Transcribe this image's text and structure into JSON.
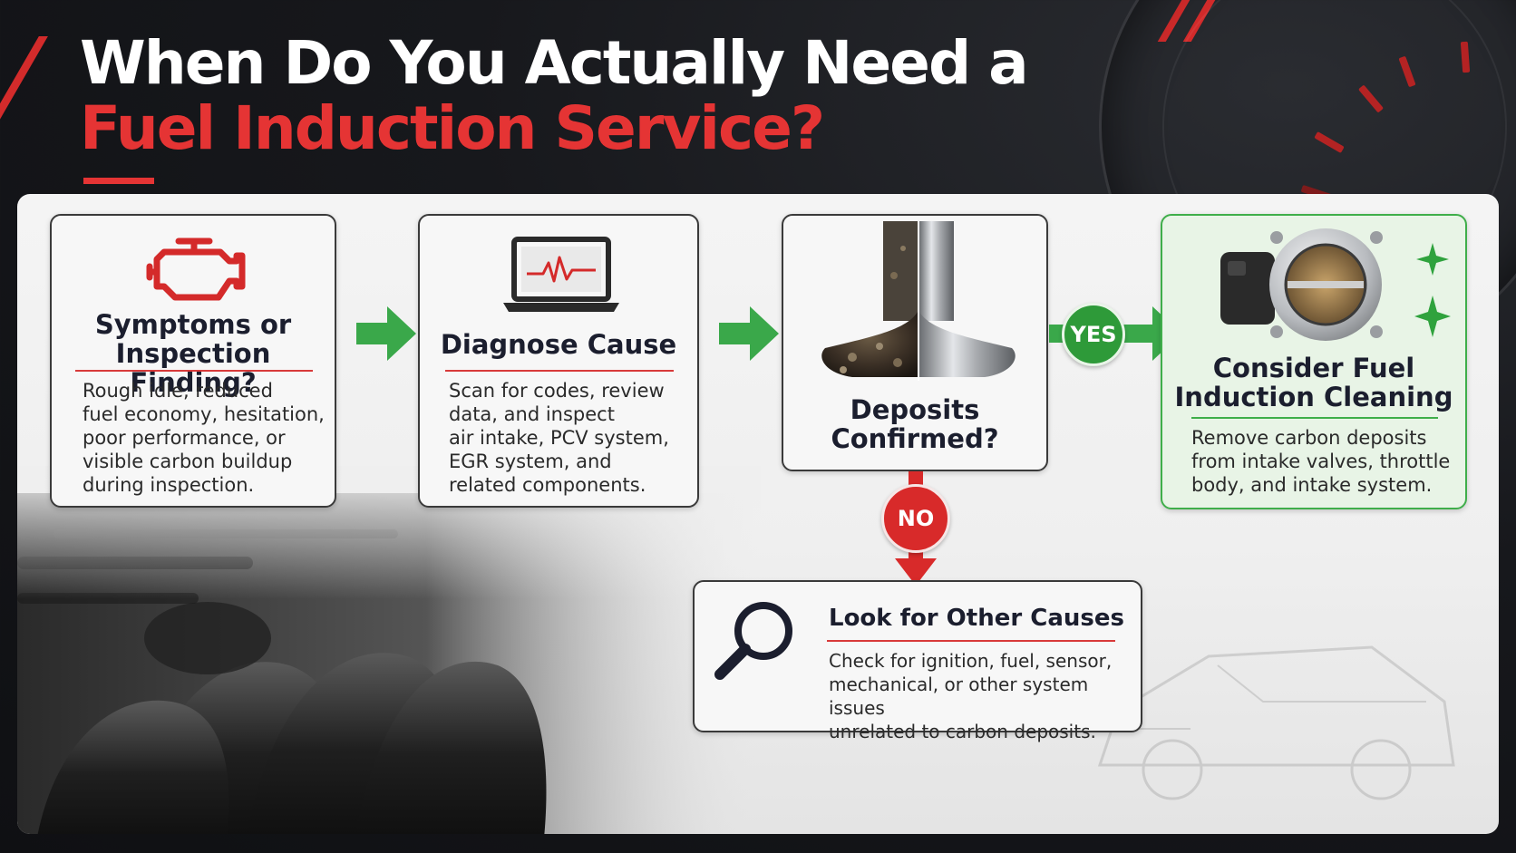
{
  "title": {
    "line1": "When Do You Actually Need a",
    "line2": "Fuel Induction Service?"
  },
  "steps": {
    "symptoms": {
      "title_line1": "Symptoms or",
      "title_line2": "Inspection Finding?",
      "text": [
        "Rough idle, reduced",
        "fuel economy, hesitation,",
        "poor performance, or",
        "visible carbon buildup",
        "during inspection."
      ],
      "icon": "check-engine-icon"
    },
    "diagnose": {
      "title": "Diagnose Cause",
      "text": [
        "Scan for codes, review",
        "data, and inspect",
        "air intake, PCV system,",
        "EGR system, and",
        "related components."
      ],
      "icon": "laptop-diagnostic-icon"
    },
    "deposits": {
      "title_line1": "Deposits",
      "title_line2": "Confirmed?",
      "icon": "intake-valve-comparison-image"
    },
    "consider": {
      "title_line1": "Consider Fuel",
      "title_line2": "Induction Cleaning",
      "text": [
        "Remove carbon deposits",
        "from intake valves, throttle",
        "body, and intake system."
      ],
      "icon": "throttle-body-image"
    },
    "other": {
      "title": "Look for Other Causes",
      "text": [
        "Check for ignition, fuel, sensor,",
        "mechanical, or other system issues",
        "unrelated to carbon deposits."
      ],
      "icon": "magnifying-glass-icon"
    }
  },
  "decisions": {
    "yes": "YES",
    "no": "NO"
  },
  "colors": {
    "accent_red": "#e53434",
    "accent_green": "#3fae4a",
    "card_border": "#3a3a3a"
  }
}
